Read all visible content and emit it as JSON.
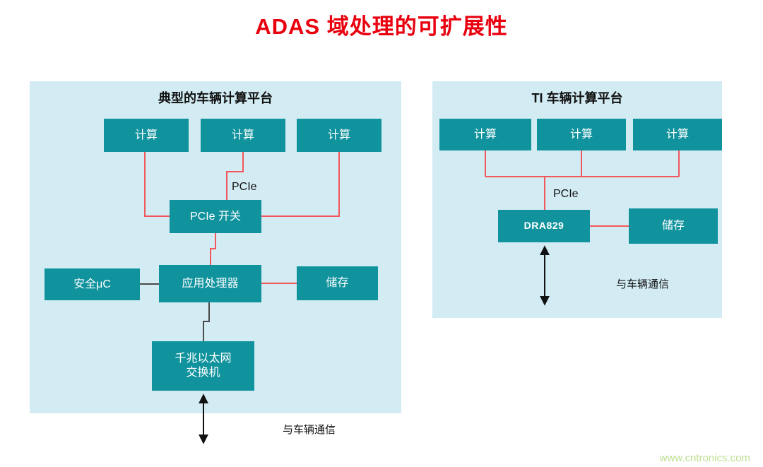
{
  "page": {
    "title": "ADAS 域处理的可扩展性",
    "watermark": "www.cntronics.com"
  },
  "colors": {
    "box_teal": "#11939e",
    "panel_bg": "#d3ecf3",
    "line_red": "#f2575b",
    "line_dark": "#4a4a4a",
    "arrow_black": "#111111",
    "title_red": "#e8000f",
    "watermark_green": "#bcdf90"
  },
  "left_panel": {
    "title": "典型的车辆计算平台",
    "compute_boxes": [
      "计算",
      "计算",
      "计算"
    ],
    "pcie_label": "PCIe",
    "pcie_switch_label": "PCIe 开关",
    "safety_mcu_label": "安全μC",
    "app_processor_label": "应用处理器",
    "storage_label": "储存",
    "eth_switch_line1": "千兆以太网",
    "eth_switch_line2": "交换机",
    "comm_label": "与车辆通信"
  },
  "right_panel": {
    "title": "TI 车辆计算平台",
    "compute_boxes": [
      "计算",
      "计算",
      "计算"
    ],
    "pcie_label": "PCIe",
    "soc_label": "DRA829",
    "storage_label": "储存",
    "comm_label": "与车辆通信"
  }
}
